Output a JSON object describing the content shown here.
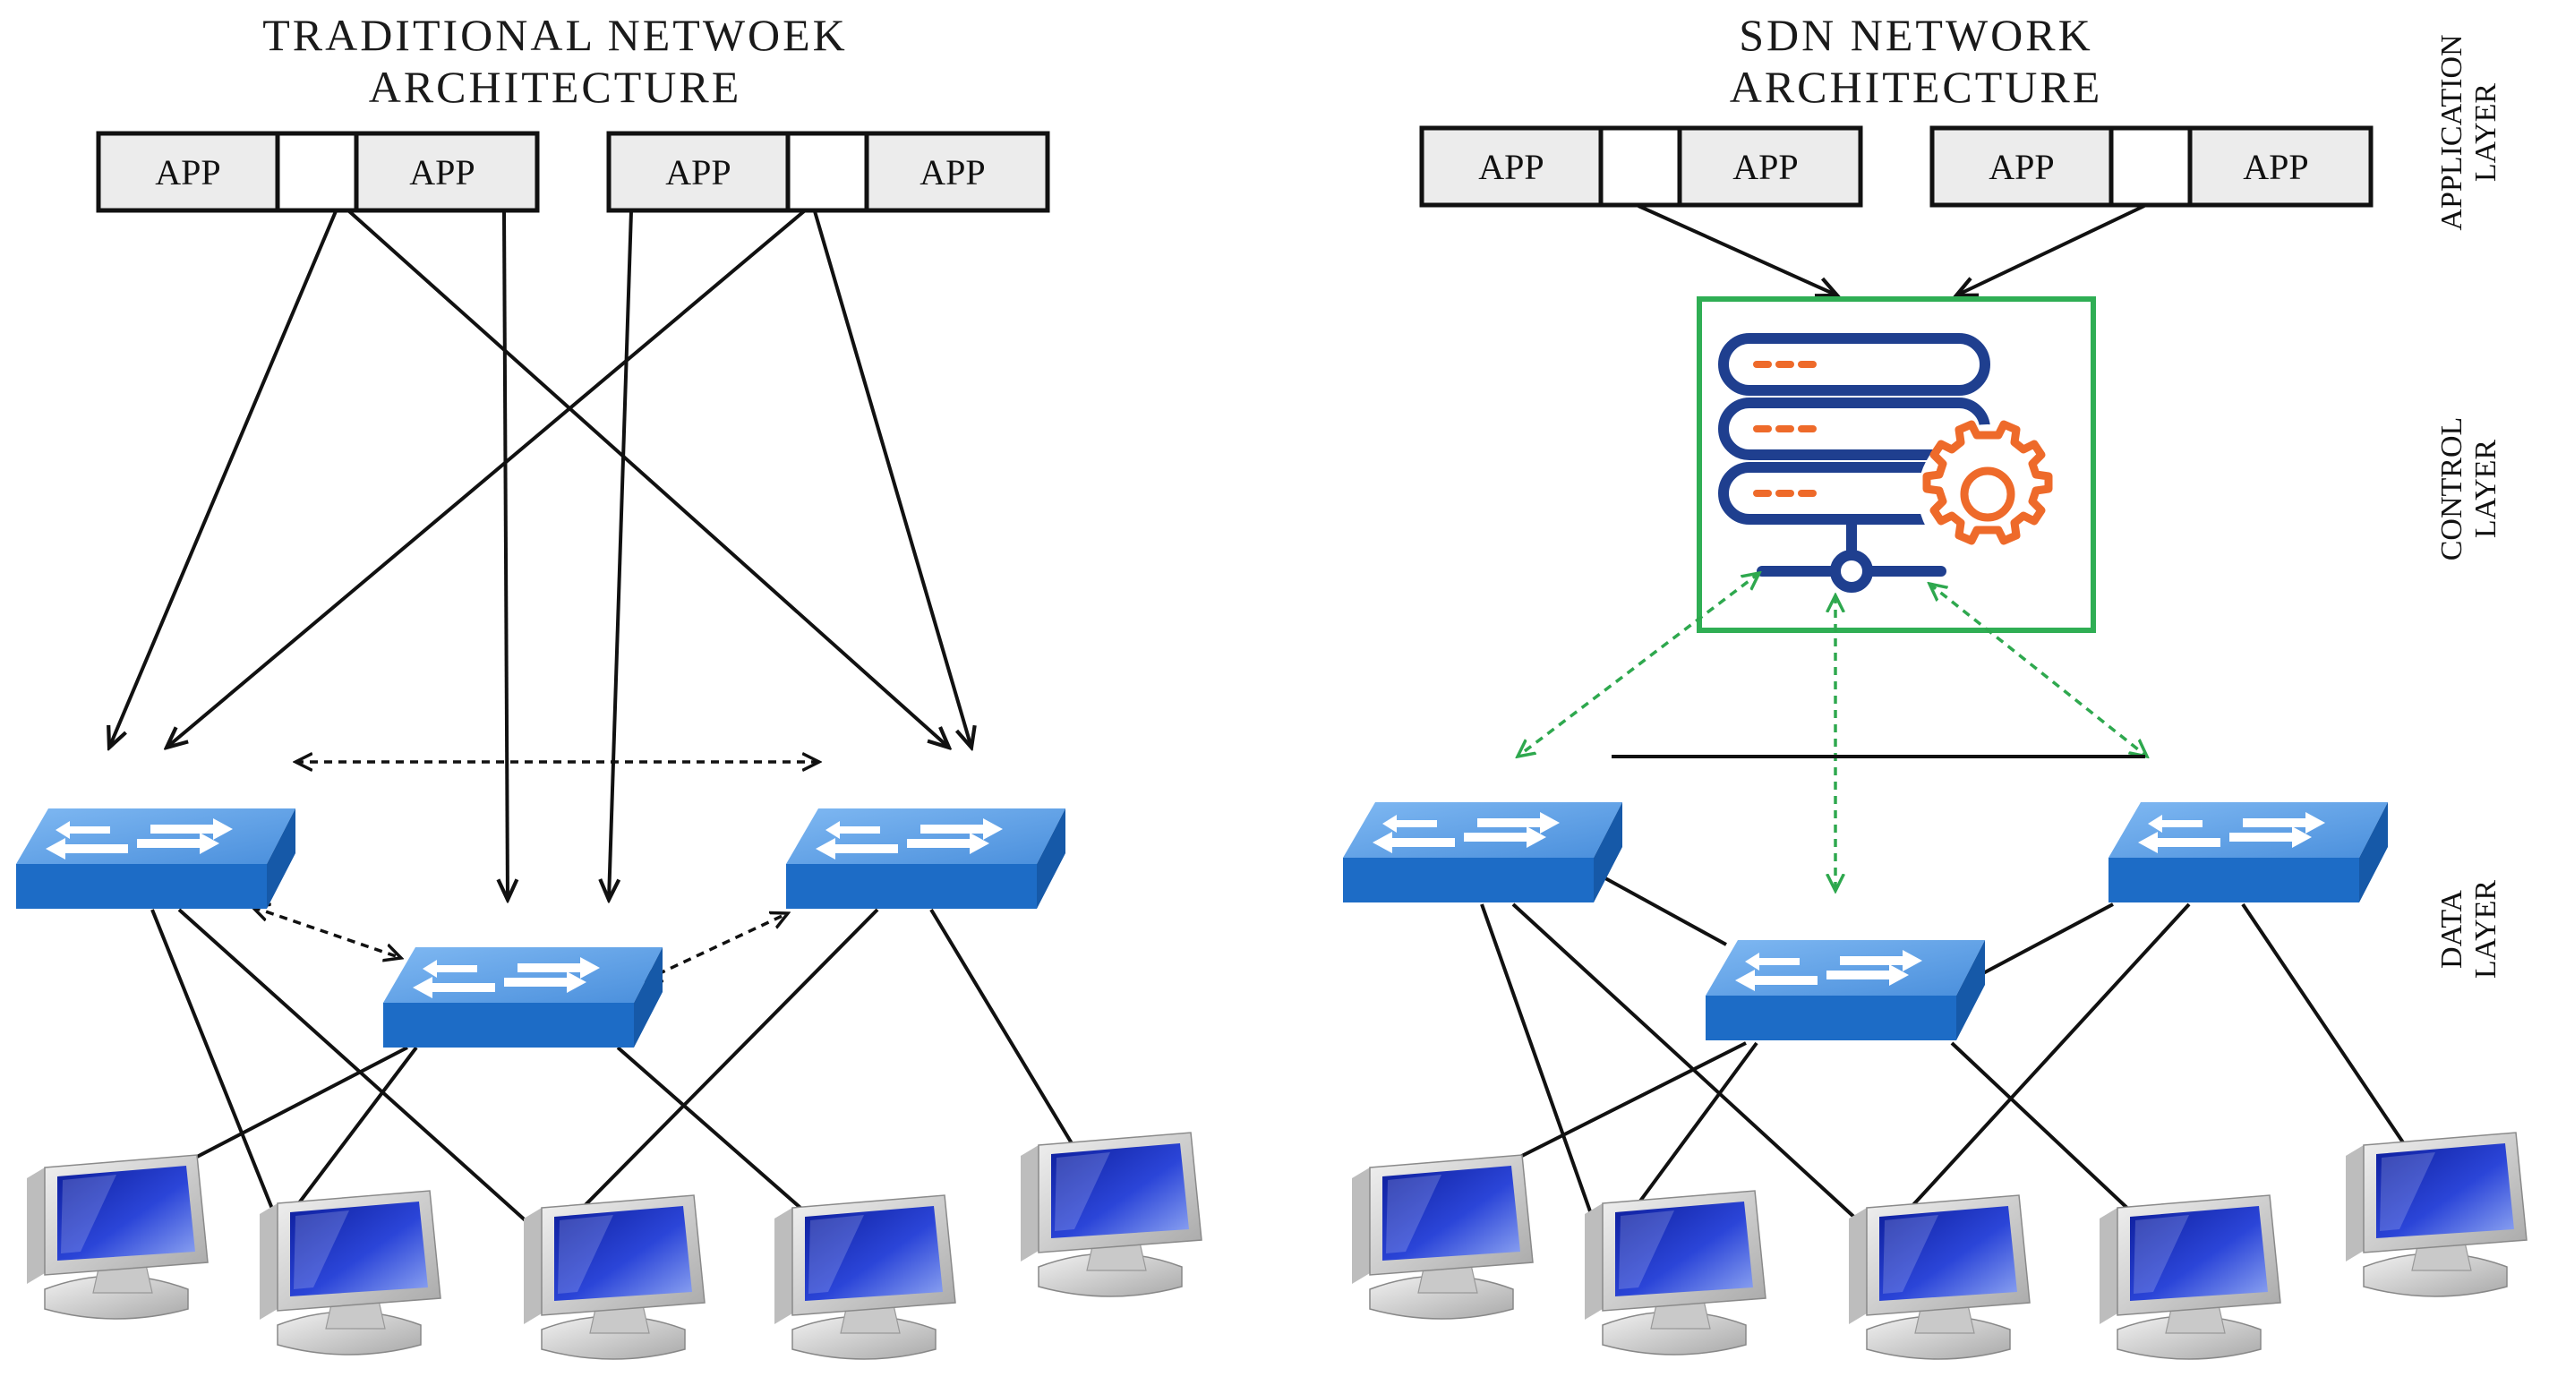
{
  "left": {
    "title_line1": "TRADITIONAL NETWOEK",
    "title_line2": "ARCHITECTURE",
    "apps": [
      "APP",
      "APP",
      "APP",
      "APP"
    ]
  },
  "right": {
    "title_line1": "SDN NETWORK",
    "title_line2": "ARCHITECTURE",
    "apps": [
      "APP",
      "APP",
      "APP",
      "APP"
    ]
  },
  "layers": {
    "application_line1": "APPLICATION",
    "application_line2": "LAYER",
    "control_line1": "CONTROL",
    "control_line2": "LAYER",
    "data_line1": "DATA",
    "data_line2": "LAYER"
  },
  "icons": {
    "switch": "network-switch-icon",
    "computer": "desktop-computer-icon",
    "controller": "sdn-controller-server-gear-icon"
  },
  "colors": {
    "switch_top": "#5a9ee6",
    "switch_side": "#1a6cc4",
    "controller_box": "#2fae54",
    "server_stroke": "#1f3f8f",
    "gear": "#ee6a2a",
    "dashed_control": "#2ea84e",
    "dashed_legacy": "#111111"
  }
}
